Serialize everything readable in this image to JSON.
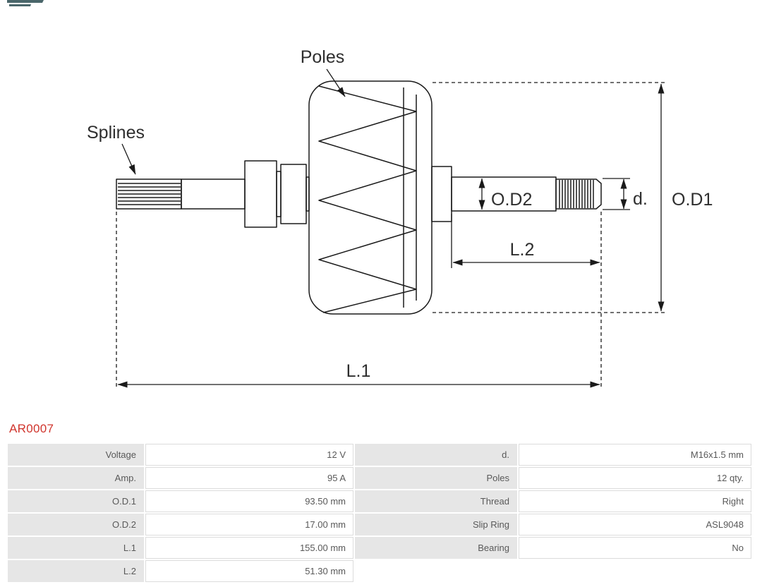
{
  "part_number": "AR0007",
  "diagram": {
    "labels": {
      "poles": "Poles",
      "splines": "Splines",
      "od2": "O.D2",
      "d": "d.",
      "od1": "O.D1",
      "l1": "L.1",
      "l2": "L.2"
    }
  },
  "table": {
    "rows": [
      {
        "label_left": "Voltage",
        "value_left": "12 V",
        "label_right": "d.",
        "value_right": "M16x1.5 mm"
      },
      {
        "label_left": "Amp.",
        "value_left": "95 A",
        "label_right": "Poles",
        "value_right": "12 qty."
      },
      {
        "label_left": "O.D.1",
        "value_left": "93.50 mm",
        "label_right": "Thread",
        "value_right": "Right"
      },
      {
        "label_left": "O.D.2",
        "value_left": "17.00 mm",
        "label_right": "Slip Ring",
        "value_right": "ASL9048"
      },
      {
        "label_left": "L.1",
        "value_left": "155.00 mm",
        "label_right": "Bearing",
        "value_right": "No"
      },
      {
        "label_left": "L.2",
        "value_left": "51.30 mm",
        "label_right": "",
        "value_right": ""
      }
    ]
  },
  "colors": {
    "part_number": "#d0342c",
    "line": "#1a1a1a",
    "table_label_bg": "#e6e6e6",
    "table_text": "#595959"
  }
}
